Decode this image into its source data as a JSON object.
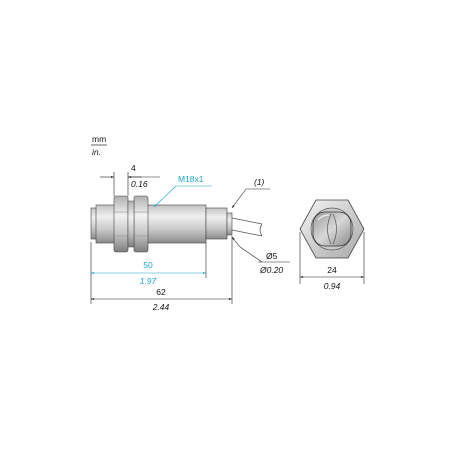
{
  "units": {
    "metric": "mm",
    "imperial": "in."
  },
  "callouts": {
    "thread": "M18x1",
    "note_ref": "(1)"
  },
  "dimensions": {
    "nut_offset": {
      "mm": "4",
      "in": "0.16"
    },
    "threaded_length": {
      "mm": "50",
      "in": "1.97"
    },
    "overall_length": {
      "mm": "62",
      "in": "2.44"
    },
    "cable_diameter": {
      "mm": "Ø5",
      "in": "Ø0.20"
    },
    "hex_across_flats": {
      "mm": "24",
      "in": "0.94"
    }
  },
  "colors": {
    "accent": "#1aa6c8",
    "line": "#222222",
    "body_light": "#e6e6e6",
    "body_dark": "#8c8c8c"
  }
}
